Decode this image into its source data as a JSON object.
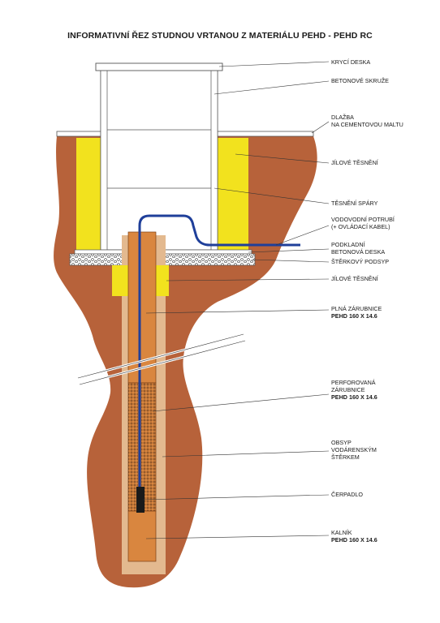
{
  "title": "INFORMATIVNÍ ŘEZ STUDNOU VRTANOU Z MATERIÁLU  PEHD - PEHD RC",
  "labels": {
    "cover_slab": "KRYCÍ DESKA",
    "concrete_rings": "BETONOVÉ SKRUŽE",
    "paving_1": "DLAŽBA",
    "paving_2": "NA CEMENTOVOU MALTU",
    "clay_seal_upper": "JÍLOVÉ TĚSNĚNÍ",
    "joint_seal": "TĚSNĚNÍ SPÁRY",
    "water_pipe_1": "VODOVODNÍ POTRUBÍ",
    "water_pipe_2": "(+ OVLÁDACÍ KABEL)",
    "base_slab_1": "PODKLADNÍ",
    "base_slab_2": "BETONOVÁ DESKA",
    "gravel_bed": "ŠTĚRKOVÝ PODSYP",
    "clay_seal_lower": "JÍLOVÉ TĚSNĚNÍ",
    "solid_casing_1": "PLNÁ ZÁRUBNICE",
    "solid_casing_2": "PEHD 160 X 14.6",
    "perforated_casing_1": "PERFOROVANÁ",
    "perforated_casing_2": "ZÁRUBNICE",
    "perforated_casing_3": "PEHD 160 X 14.6",
    "gravel_pack_1": "OBSYP",
    "gravel_pack_2": "VODÁRENSKÝM",
    "gravel_pack_3": "ŠTĚRKEM",
    "pump": "ČERPADLO",
    "sump_1": "KALNÍK",
    "sump_2": "PEHD 160 X 14.6"
  },
  "colors": {
    "soil": "#b7623a",
    "clay_seal": "#f2e21e",
    "casing": "#d9863f",
    "gravel_pack": "#e3b98f",
    "pipe": "#1f3f9a",
    "concrete": "#ffffff"
  }
}
